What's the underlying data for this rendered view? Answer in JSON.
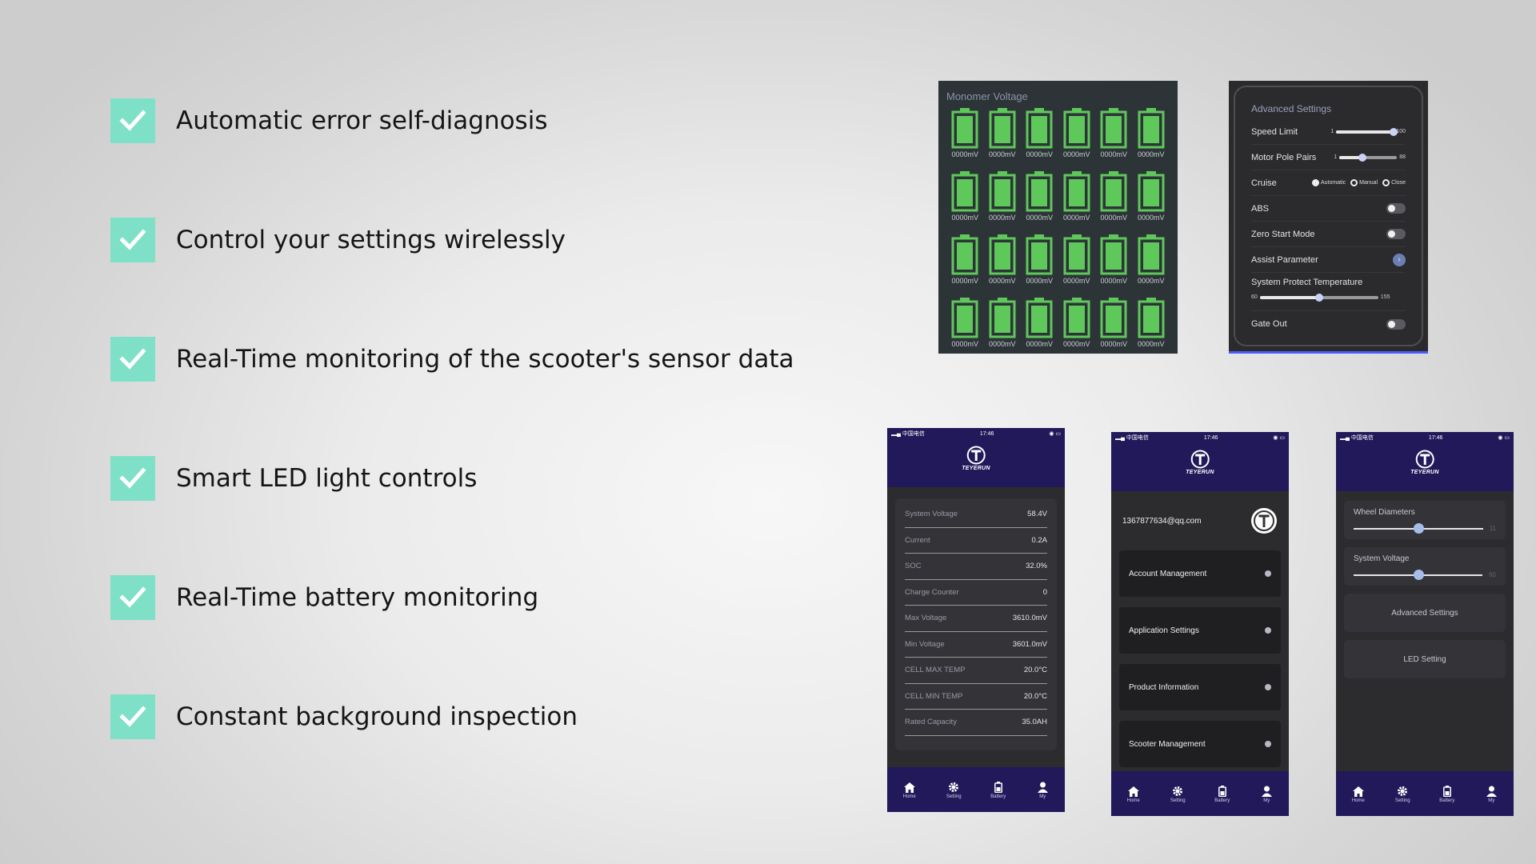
{
  "features": [
    {
      "label": "Automatic error self-diagnosis"
    },
    {
      "label": "Control your settings wirelessly"
    },
    {
      "label": "Real-Time monitoring of the scooter's sensor data"
    },
    {
      "label": "Smart LED light controls"
    },
    {
      "label": "Real-Time battery monitoring"
    },
    {
      "label": "Constant background inspection"
    }
  ],
  "accent_colors": {
    "check": "#7fe0c8",
    "phone_header": "#22195a",
    "battery_green": "#5ec85a"
  },
  "monomer": {
    "title": "Monomer Voltage",
    "cell_value": "0000mV",
    "cell_count": 24
  },
  "advanced": {
    "title": "Advanced Settings",
    "speed_limit": {
      "label": "Speed Limit",
      "min": "1",
      "max": "100",
      "level": 1.0
    },
    "pole_pairs": {
      "label": "Motor Pole Pairs",
      "min": "1",
      "max": "88",
      "level": 0.4
    },
    "cruise": {
      "label": "Cruise",
      "options": [
        "Automatic",
        "Manual",
        "Close"
      ],
      "selected": "Automatic"
    },
    "abs": {
      "label": "ABS"
    },
    "zero_start": {
      "label": "Zero Start Mode"
    },
    "assist": {
      "label": "Assist Parameter"
    },
    "temp": {
      "label": "System Protect Temperature",
      "min": "60",
      "max": "155",
      "level": 0.5
    },
    "gate_out": {
      "label": "Gate Out"
    }
  },
  "status_bar": {
    "carrier": "中国电信",
    "time": "17:46"
  },
  "brand": "TEYERUN",
  "nav": [
    "Home",
    "Setting",
    "Battery",
    "My"
  ],
  "phone1": {
    "stats": [
      {
        "label": "System Voltage",
        "value": "58.4V"
      },
      {
        "label": "Current",
        "value": "0.2A"
      },
      {
        "label": "SOC",
        "value": "32.0%"
      },
      {
        "label": "Charge Counter",
        "value": "0"
      },
      {
        "label": "Max Voltage",
        "value": "3610.0mV"
      },
      {
        "label": "Min Voltage",
        "value": "3601.0mV"
      },
      {
        "label": "CELL MAX TEMP",
        "value": "20.0°C"
      },
      {
        "label": "CELL MIN TEMP",
        "value": "20.0°C"
      },
      {
        "label": "Rated Capacity",
        "value": "35.0AH"
      }
    ]
  },
  "phone2": {
    "email": "1367877634@qq.com",
    "menu": [
      "Account Management",
      "Application Settings",
      "Product Information",
      "Scooter Management"
    ]
  },
  "phone3": {
    "wheel": {
      "label": "Wheel Diameters",
      "end": "11",
      "level": 0.5
    },
    "voltage": {
      "label": "System Voltage",
      "end": "60",
      "level": 0.5
    },
    "advanced_btn": "Advanced Settings",
    "led_btn": "LED Setting"
  }
}
